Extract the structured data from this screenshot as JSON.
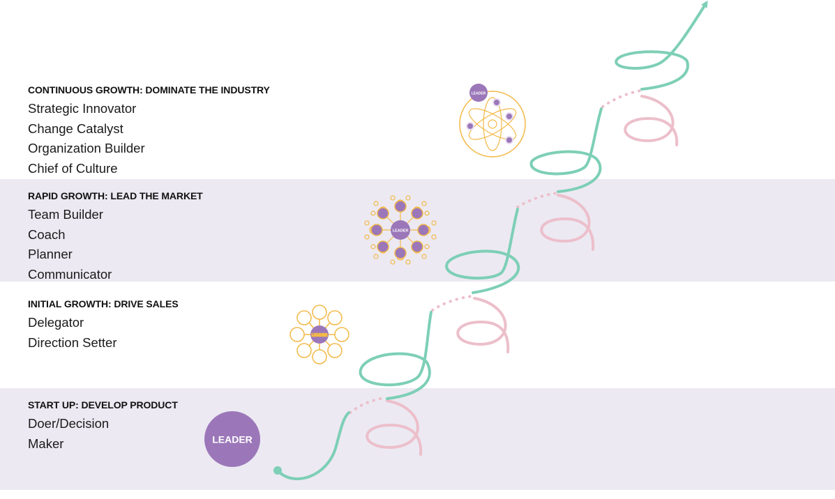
{
  "stages": [
    {
      "title": "CONTINUOUS GROWTH: DOMINATE THE INDUSTRY",
      "roles": [
        "Strategic Innovator",
        "Change Catalyst",
        "Organization Builder",
        "Chief of Culture"
      ]
    },
    {
      "title": "RAPID GROWTH: LEAD THE MARKET",
      "roles": [
        "Team Builder",
        "Coach",
        "Planner",
        "Communicator"
      ]
    },
    {
      "title": "INITIAL GROWTH: DRIVE SALES",
      "roles": [
        "Delegator",
        "Direction Setter"
      ]
    },
    {
      "title": "START UP: DEVELOP PRODUCT",
      "roles": [
        "Doer/Decision",
        "Maker"
      ]
    }
  ],
  "leader_label": "LEADER",
  "colors": {
    "band": "#ece9f2",
    "purple": "#9b77b9",
    "orange": "#f2b947",
    "teal": "#7dcfb6",
    "pink": "#ecbfcb"
  },
  "icons": [
    "leader-circle-icon",
    "initial-team-network-icon",
    "rapid-team-network-icon",
    "atom-organization-icon",
    "growth-spiral-arrow-icon"
  ]
}
